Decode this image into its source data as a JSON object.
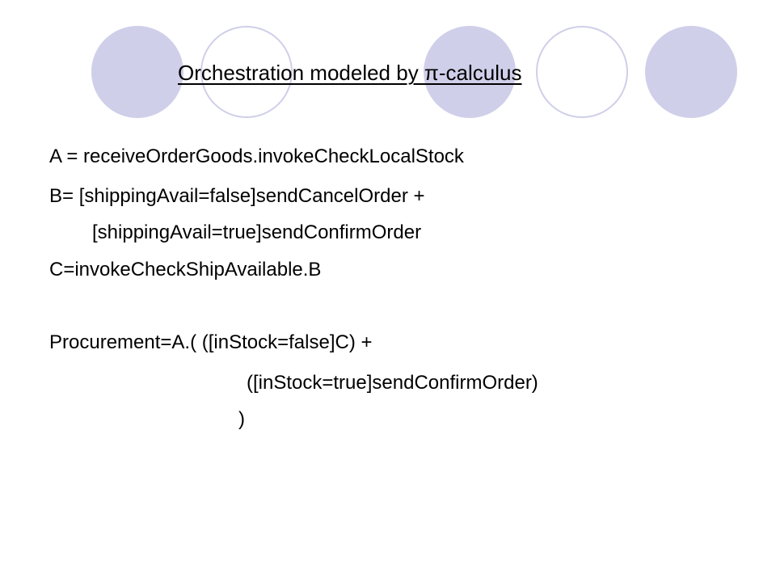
{
  "title": "Orchestration modeled by π-calculus",
  "lines": [
    "A = receiveOrderGoods.invokeCheckLocalStock",
    "B= [shippingAvail=false]sendCancelOrder  +",
    "[shippingAvail=true]sendConfirmOrder",
    "C=invokeCheckShipAvailable.B",
    "Procurement=A.( ([inStock=false]C) +",
    "([inStock=true]sendConfirmOrder)",
    ")"
  ],
  "colors": {
    "circle": "#cfcfea",
    "text": "#000000",
    "background": "#ffffff"
  }
}
